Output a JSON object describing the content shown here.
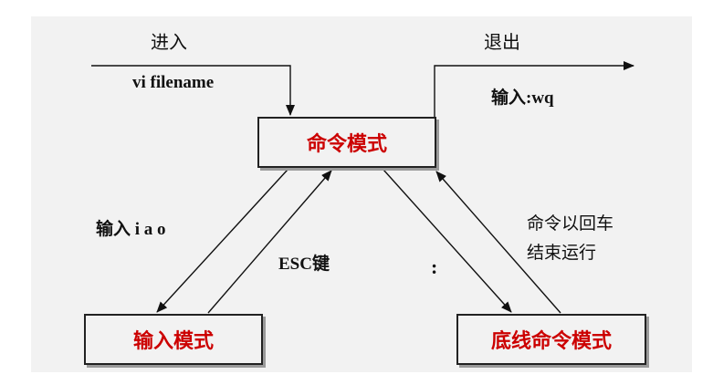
{
  "labels": {
    "enter": "进入",
    "vi_cmd": "vi filename",
    "exit": "退出",
    "wq_cmd": "输入:wq",
    "input_iao": "输入 i a o",
    "esc_key": "ESC键",
    "colon": ":",
    "run_line1": "命令以回车",
    "run_line2": "结束运行"
  },
  "nodes": {
    "command_mode": "命令模式",
    "insert_mode": "输入模式",
    "lastline_mode": "底线命令模式"
  },
  "colors": {
    "node_text": "#cc0000",
    "panel_bg": "#f2f2f2"
  }
}
